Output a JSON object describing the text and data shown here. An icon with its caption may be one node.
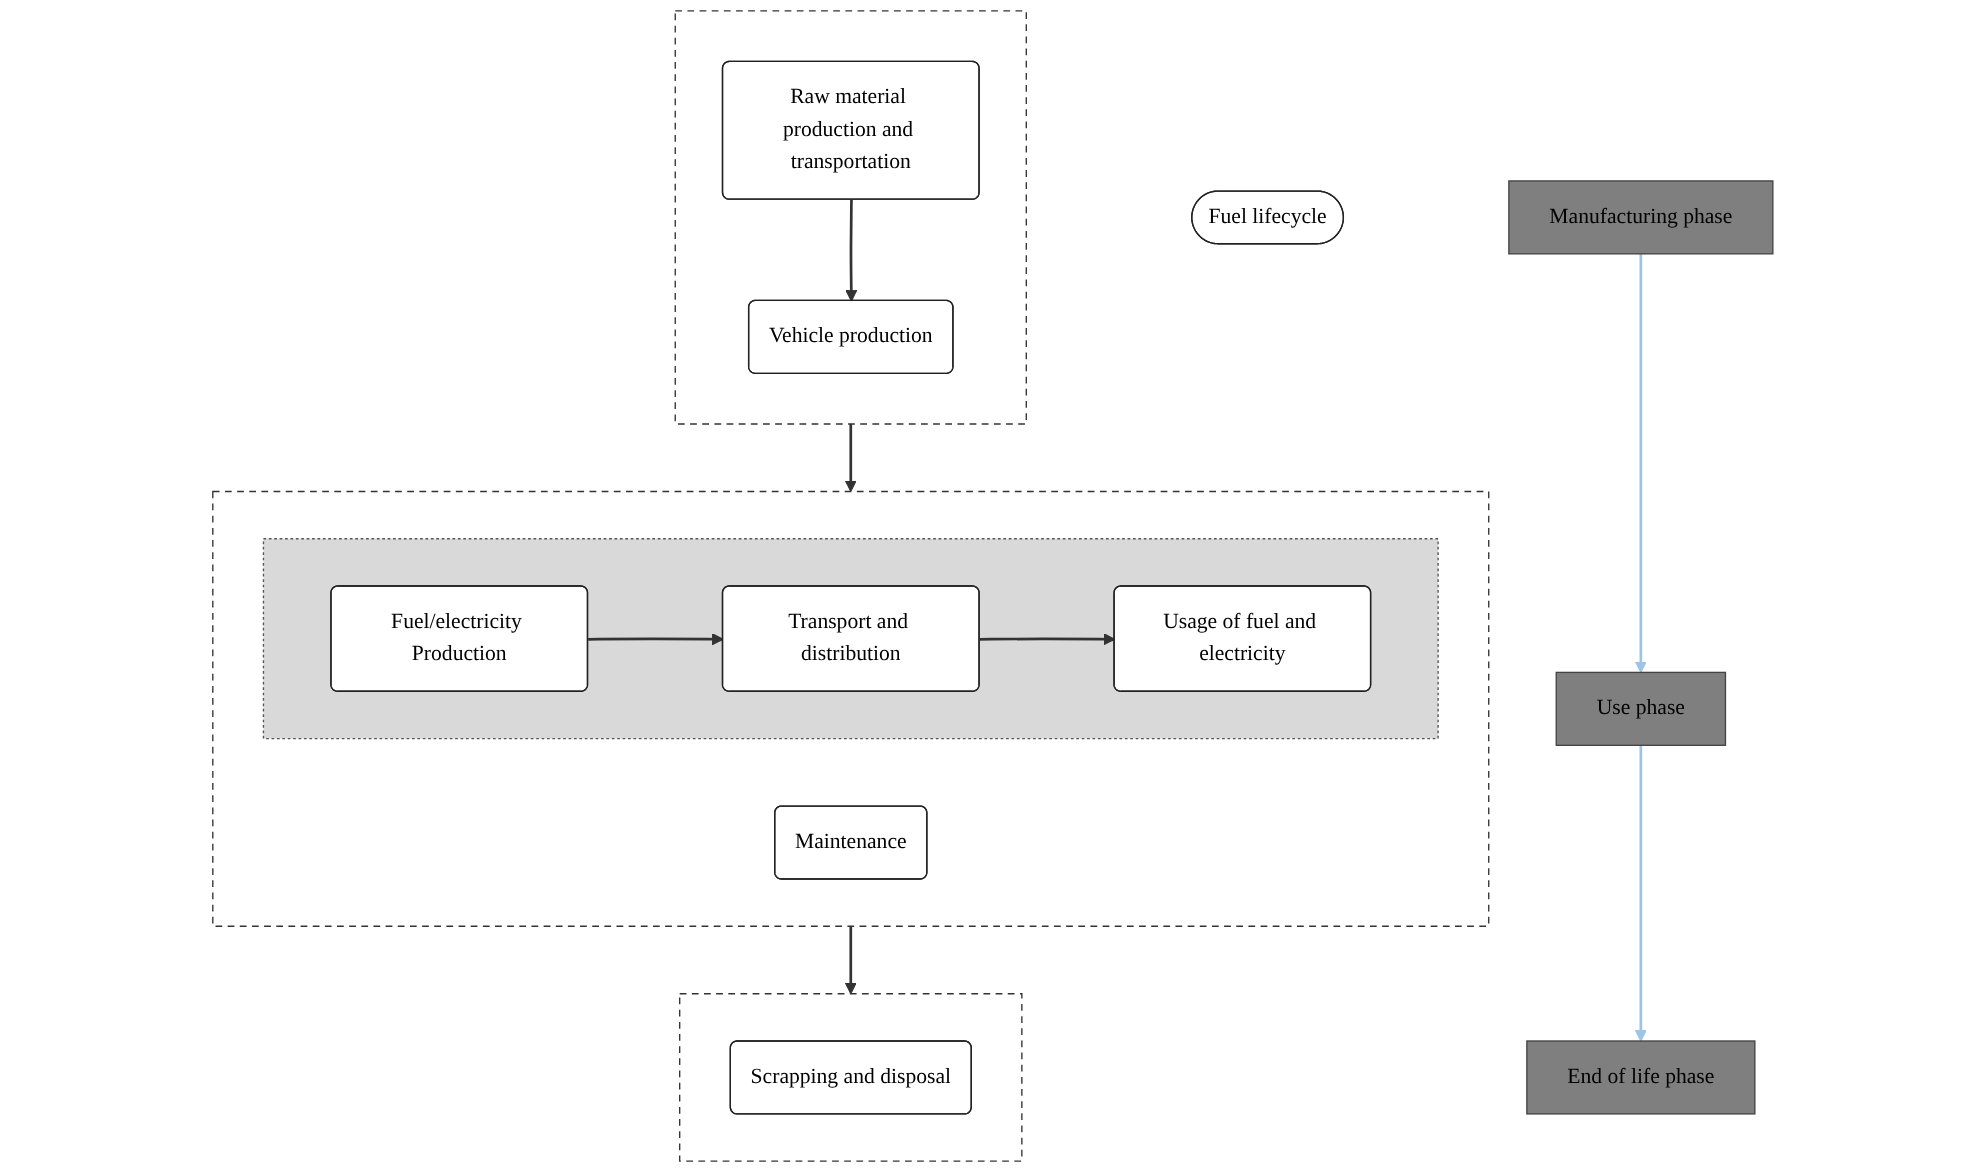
{
  "diagram": {
    "nodes": [
      {
        "text": [],
        "shape": "box"
      },
      {
        "text": [
          "Raw material production and transportation"
        ],
        "in": 0
      },
      {
        "text": [
          "Vehicle production"
        ],
        "in": 0
      },
      {
        "text": [],
        "shape": "box"
      },
      {
        "text": [],
        "shape": "box",
        "in": 3
      },
      {
        "text": [
          "Fuel/electricity Production"
        ],
        "in": 4
      },
      {
        "text": [
          "Transport and distribution"
        ],
        "in": 4
      },
      {
        "text": [
          "Usage of fuel and electricity"
        ],
        "in": 4
      },
      {
        "text": [
          "Maintenance"
        ],
        "in": 3
      },
      {
        "text": [
          "Fuel lifecycle"
        ]
      },
      {
        "text": [],
        "shape": "box"
      },
      {
        "text": [
          "Scrapping and disposal"
        ],
        "in": 10
      },
      {
        "text": [
          "Manufacturing phase"
        ]
      },
      {
        "text": [
          "Use  phase"
        ]
      },
      {
        "text": [
          "End of life phase"
        ]
      }
    ],
    "edges": [
      {
        "from": 1,
        "to": 2,
        "arrow": "to"
      },
      {
        "from": 0,
        "to": 3,
        "arrow": "to"
      },
      {
        "from": 5,
        "to": 6,
        "arrow": "to"
      },
      {
        "from": 6,
        "to": 7,
        "arrow": "to"
      },
      {
        "from": 3,
        "to": 10,
        "arrow": "to"
      },
      {
        "from": 12,
        "to": 13,
        "arrow": "to",
        "color": "#9dc3e6"
      },
      {
        "from": 13,
        "to": 14,
        "arrow": "to",
        "color": "#9dc3e6"
      }
    ]
  }
}
